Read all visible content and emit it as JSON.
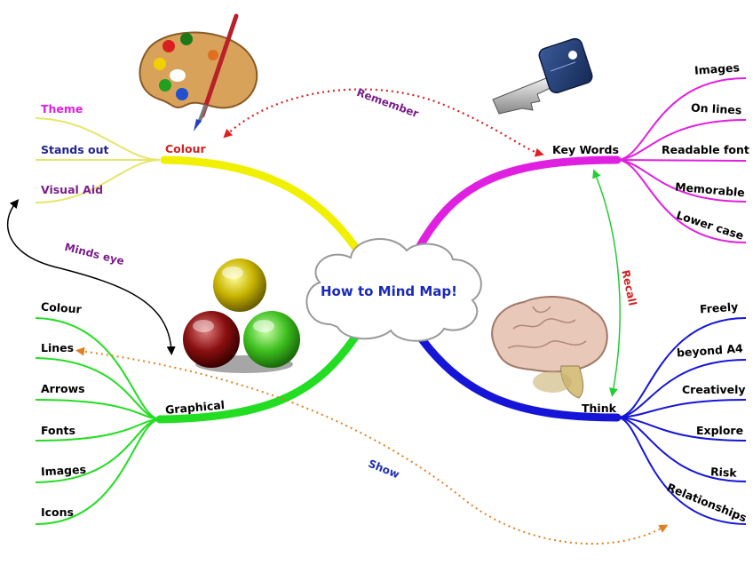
{
  "center": {
    "title": "How to Mind Map!"
  },
  "colour_branch": {
    "label": "Colour",
    "items": [
      "Theme",
      "Stands out",
      "Visual Aid"
    ],
    "color": "#f0f000"
  },
  "keywords_branch": {
    "label": "Key Words",
    "items": [
      "Images",
      "On lines",
      "Readable font",
      "Memorable",
      "Lower case"
    ],
    "color": "#e020e0"
  },
  "graphical_branch": {
    "label": "Graphical",
    "items": [
      "Colour",
      "Lines",
      "Arrows",
      "Fonts",
      "Images",
      "Icons"
    ],
    "color": "#22dd22"
  },
  "think_branch": {
    "label": "Think",
    "items": [
      "Freely",
      "beyond A4",
      "Creatively",
      "Explore",
      "Risk",
      "Relationships"
    ],
    "color": "#1515d8"
  },
  "connectors": {
    "remember": "Remember",
    "minds_eye": "Minds eye",
    "recall": "Recall",
    "show": "Show"
  },
  "icons": [
    "palette-icon",
    "key-icon",
    "spheres-icon",
    "brain-icon",
    "cloud-icon"
  ]
}
